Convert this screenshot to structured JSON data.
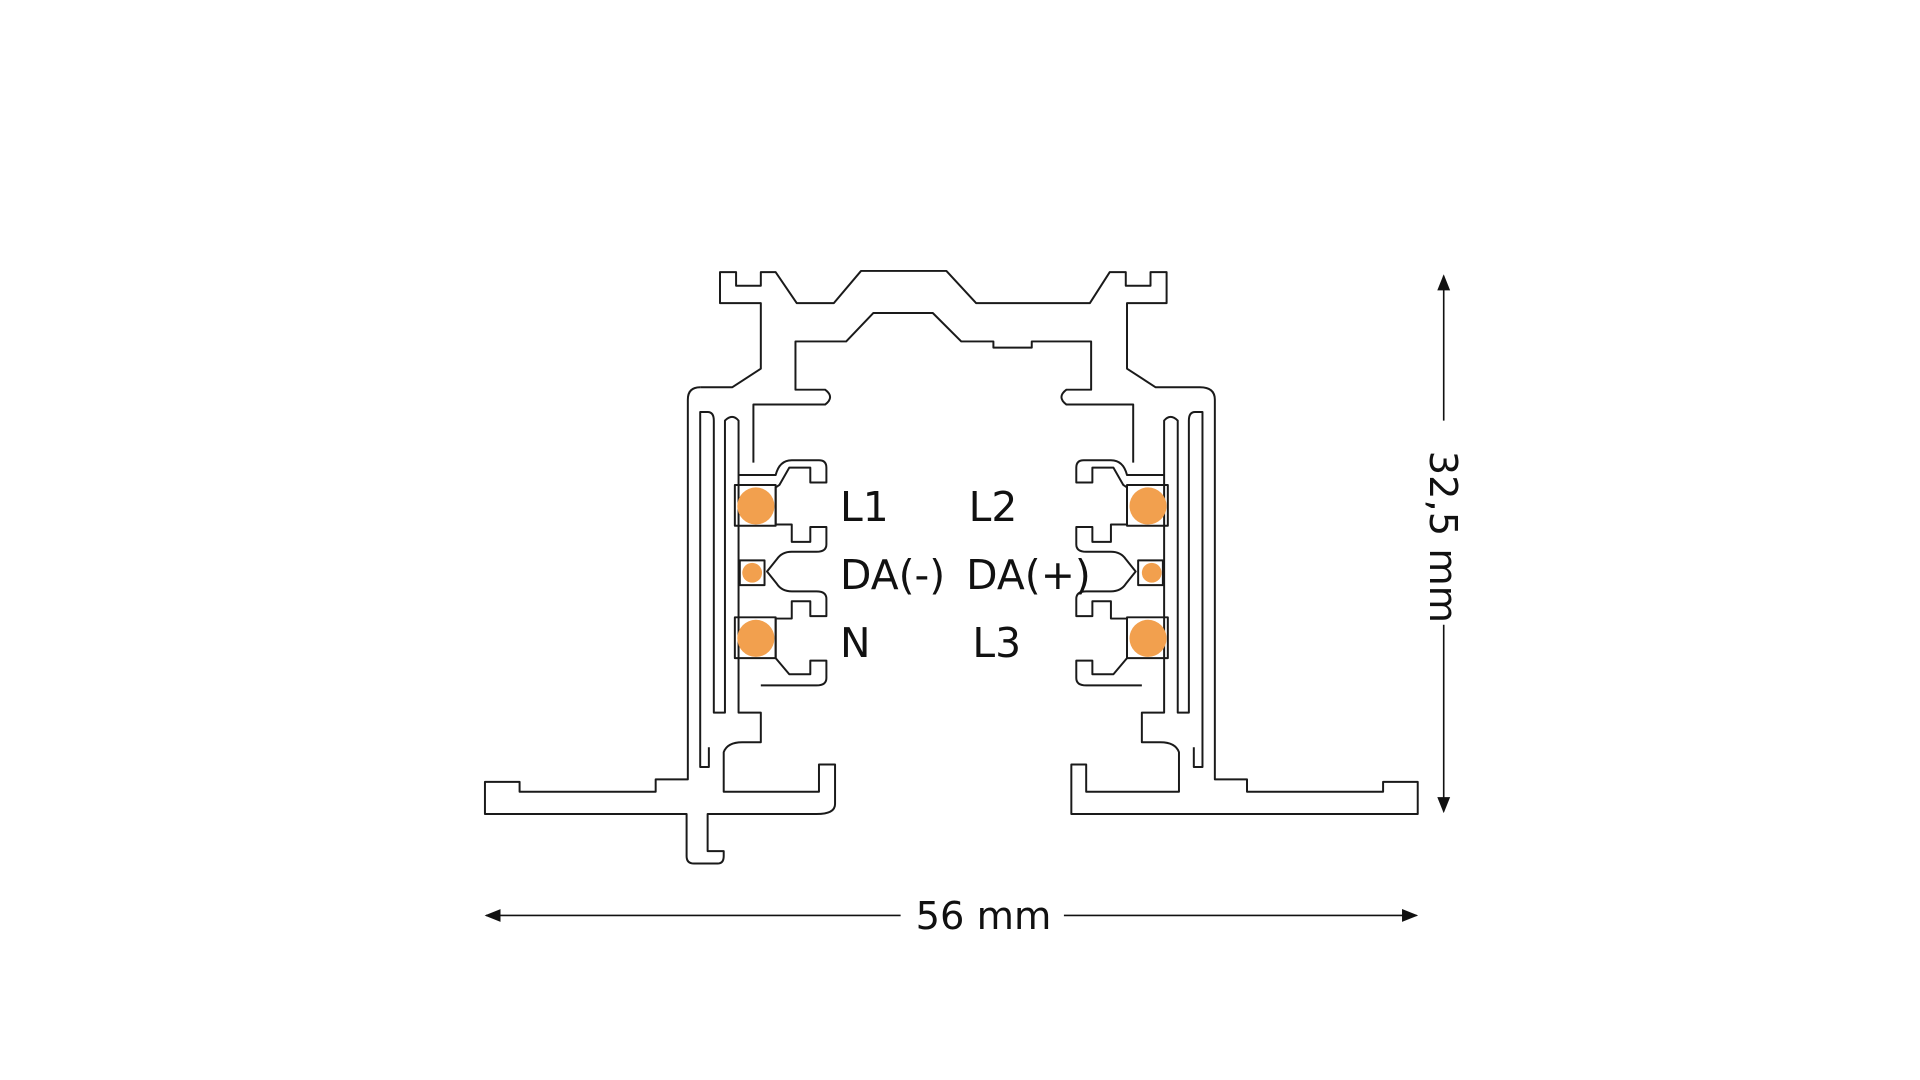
{
  "diagram": {
    "conductor_labels": {
      "left_top": "L1",
      "right_top": "L2",
      "left_mid": "DA(-)",
      "right_mid": "DA(+)",
      "left_bottom": "N",
      "right_bottom": "L3"
    },
    "dimensions": {
      "width": "56 mm",
      "height": "32,5 mm"
    },
    "colors": {
      "conductor": "#F2A04E",
      "outline": "#1A1A1A"
    }
  }
}
